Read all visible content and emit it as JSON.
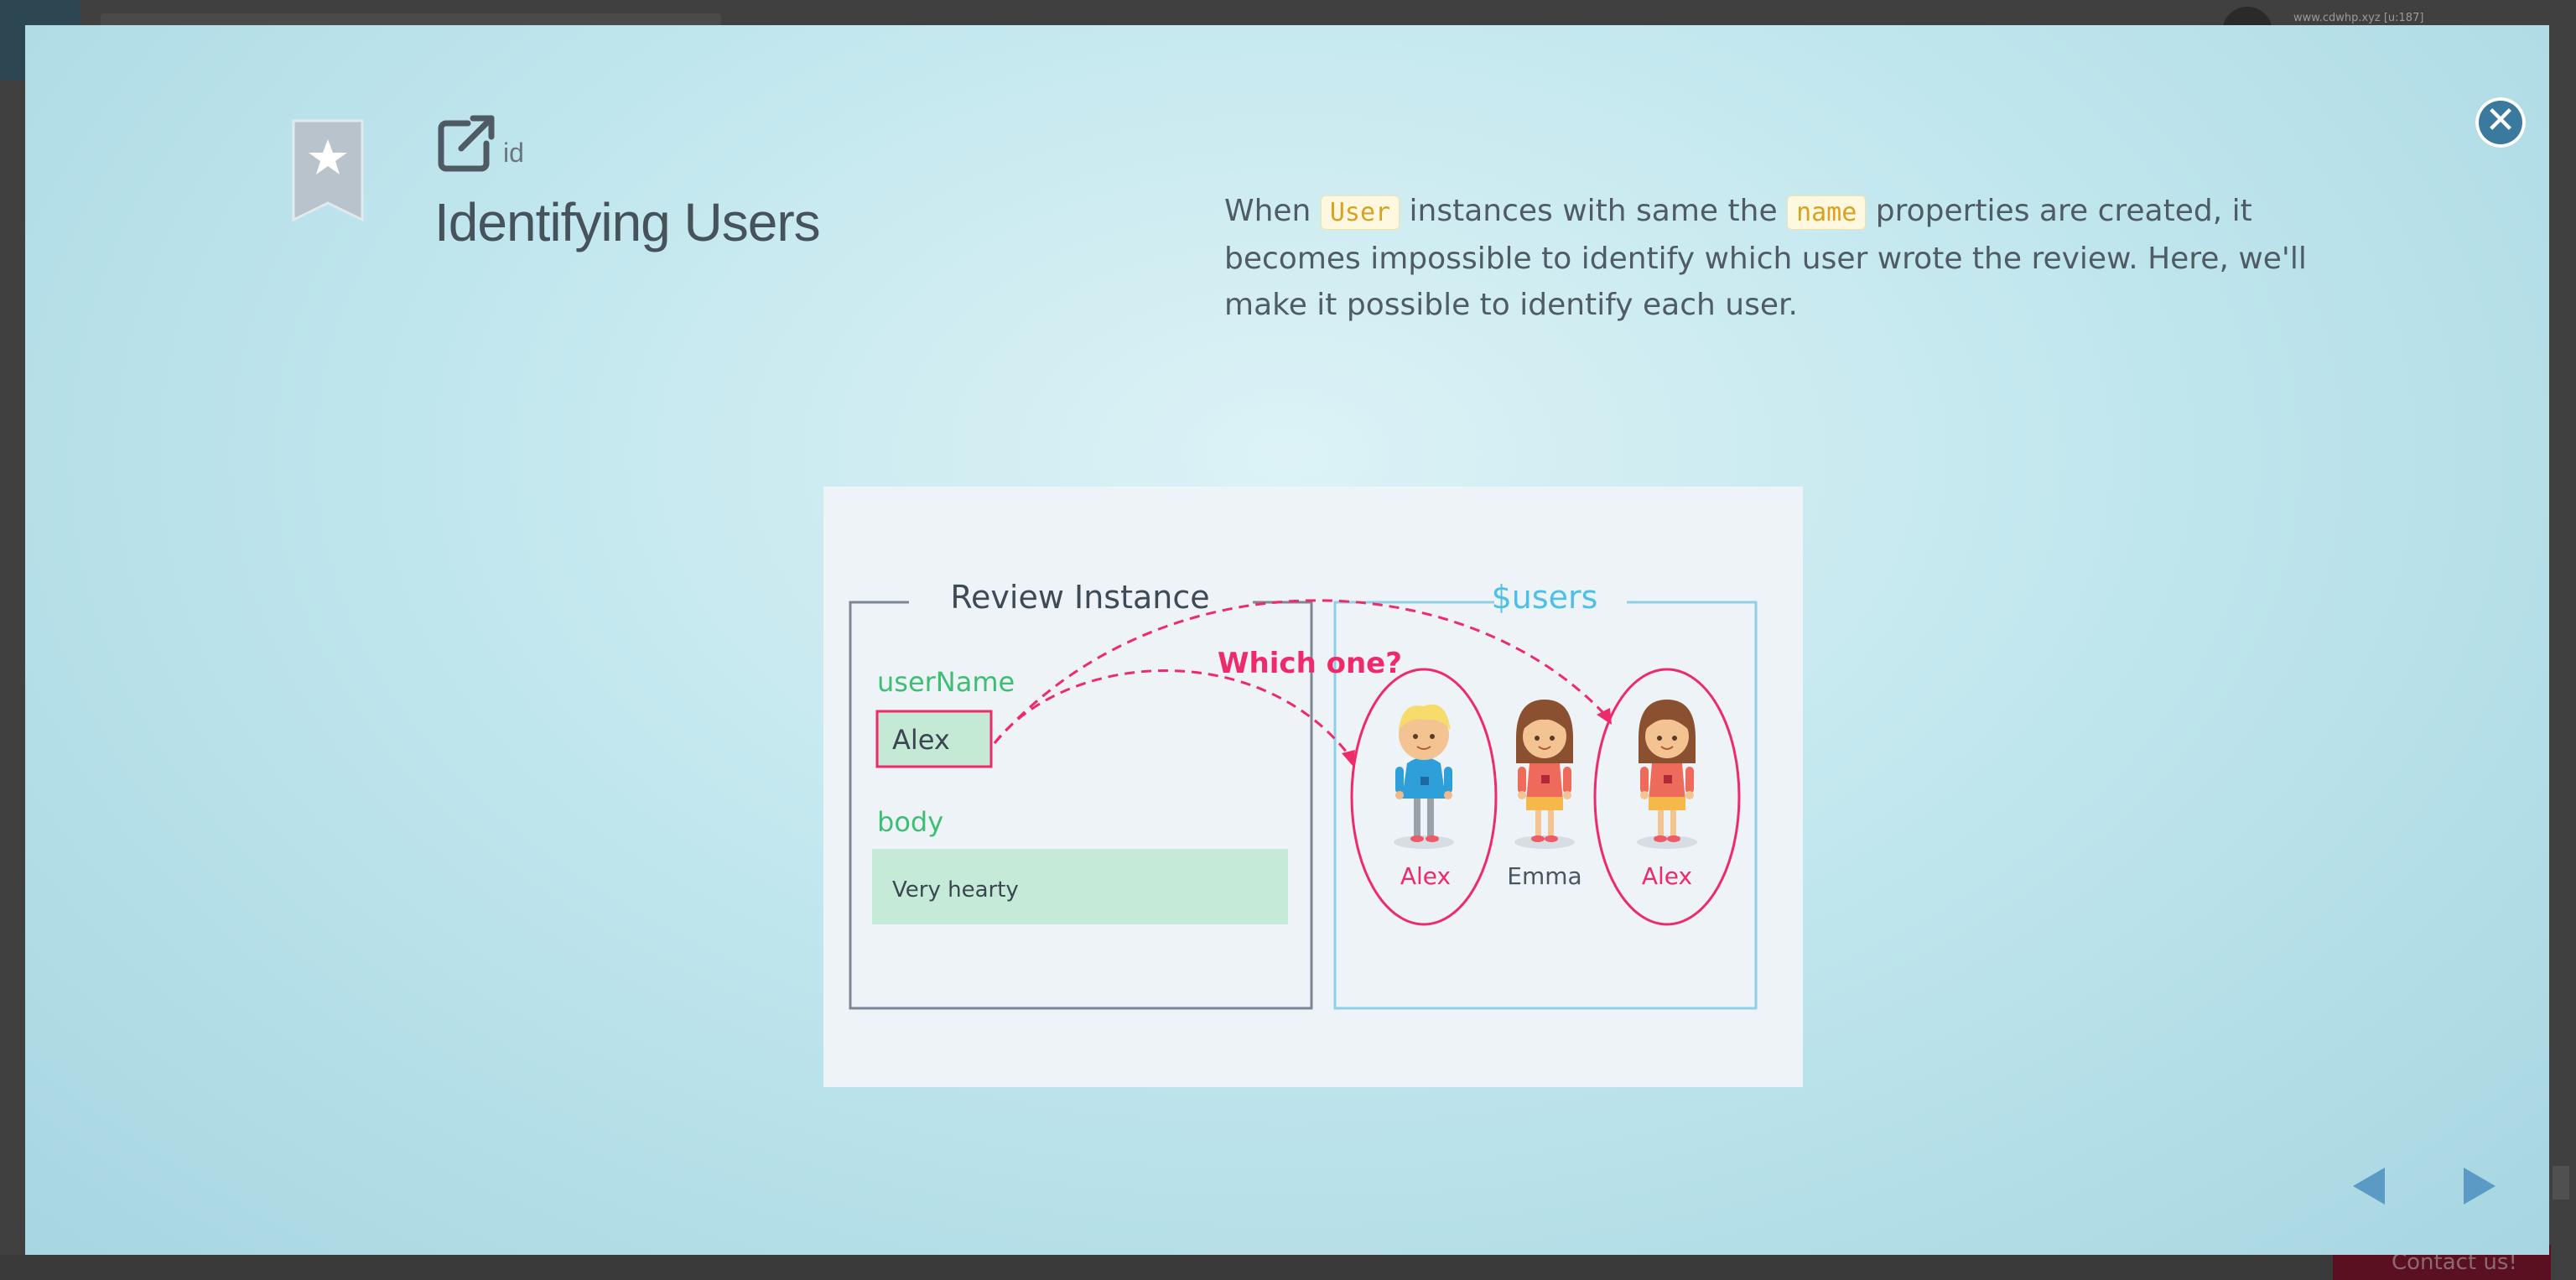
{
  "background": {
    "user_text": "www.cdwhp.xyz [u:187]",
    "contact_label": "Contact us!"
  },
  "modal": {
    "tag": "id",
    "title": "Identifying Users",
    "description": {
      "p1": "When ",
      "code1": "User",
      "p2": " instances with same the ",
      "code2": "name",
      "p3": " properties are created, it becomes impossible to identify which user wrote the review. Here, we'll make it possible to identify each user."
    },
    "figure": {
      "review_title": "Review Instance",
      "users_title": "$users",
      "username_label": "userName",
      "username_value": "Alex",
      "body_label": "body",
      "body_value": "Very hearty",
      "question": "Which one?",
      "users": [
        "Alex",
        "Emma",
        "Alex"
      ]
    }
  },
  "icons": {
    "close": "close-icon",
    "bookmark": "bookmark-star-icon",
    "external": "external-link-icon",
    "prev": "triangle-left-icon",
    "next": "triangle-right-icon"
  },
  "colors": {
    "accent_pink": "#ee2a6a",
    "accent_green": "#3cbf73",
    "accent_blue": "#4cc0e6",
    "nav_arrow": "#5a9ac4"
  }
}
